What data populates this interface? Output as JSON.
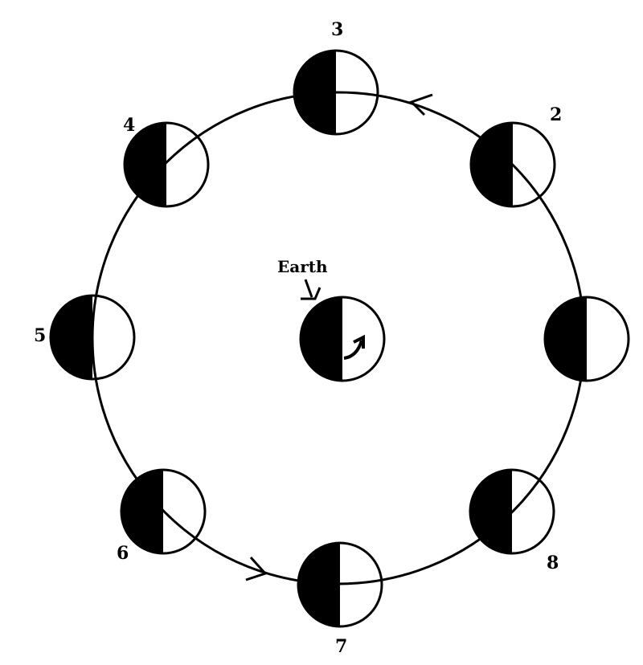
{
  "earth": {
    "label": "Earth"
  },
  "moons": [
    {
      "label": ""
    },
    {
      "label": "2"
    },
    {
      "label": "3"
    },
    {
      "label": "4"
    },
    {
      "label": "5"
    },
    {
      "label": "6"
    },
    {
      "label": "7"
    },
    {
      "label": "8"
    }
  ],
  "colors": {
    "dark": "#000000",
    "light": "#ffffff"
  }
}
